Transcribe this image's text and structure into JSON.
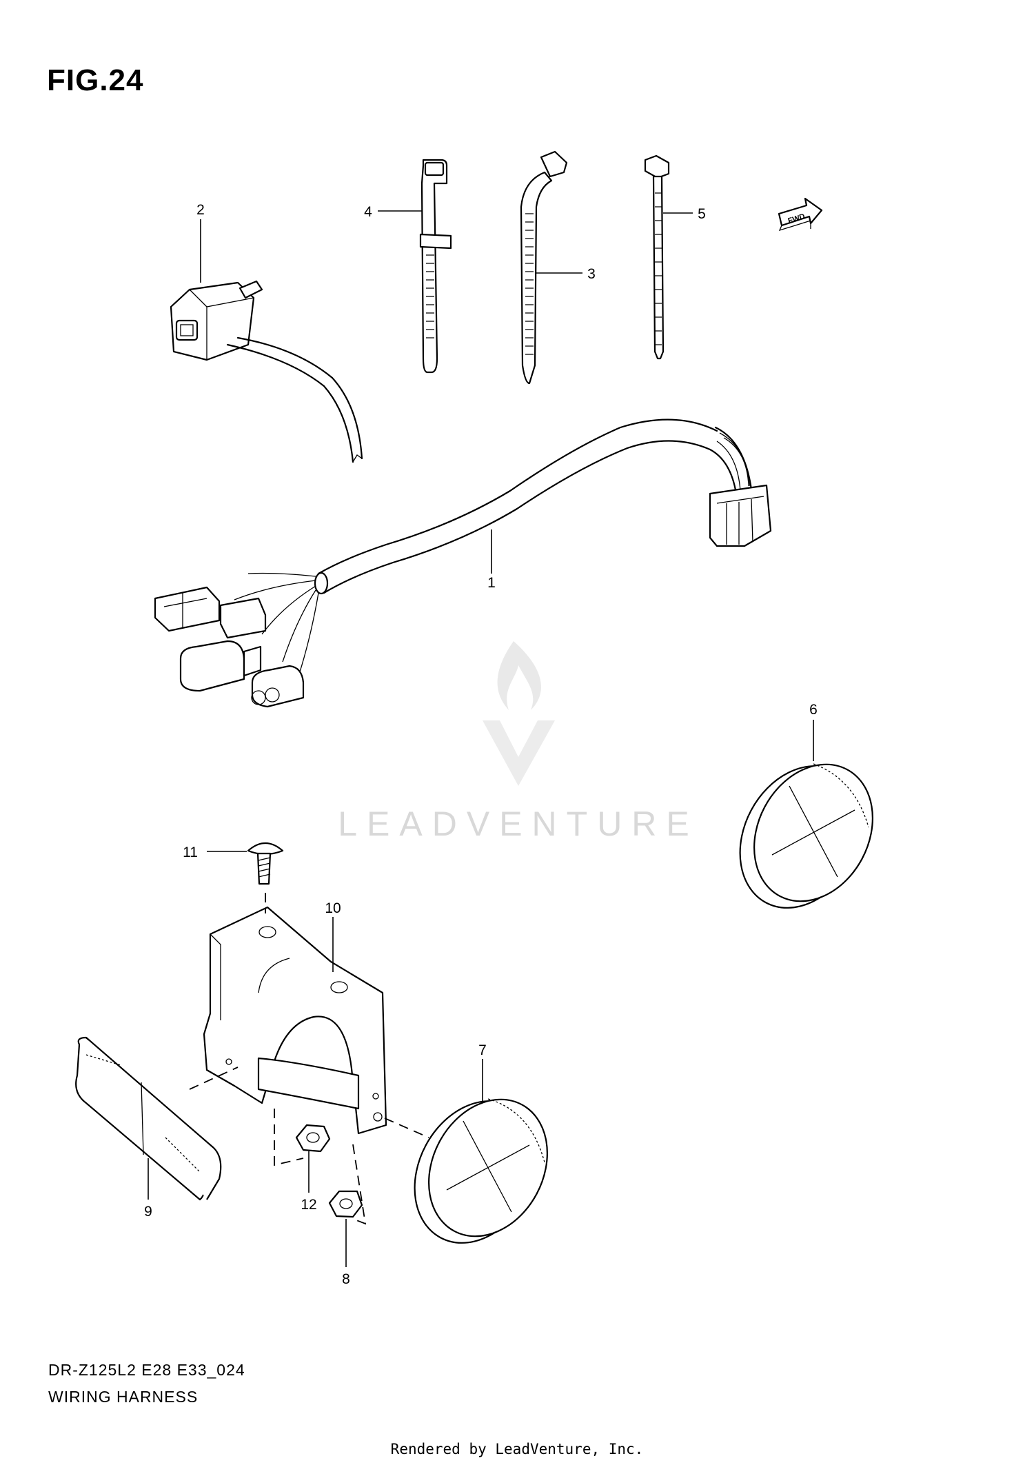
{
  "figure": {
    "title": "FIG.24"
  },
  "callouts": {
    "c1": "1",
    "c2": "2",
    "c3": "3",
    "c4": "4",
    "c5": "5",
    "c6": "6",
    "c7": "7",
    "c8": "8",
    "c9": "9",
    "c10": "10",
    "c11": "11",
    "c12": "12"
  },
  "fwd_label": "FWD",
  "watermark": {
    "text": "LEADVENTURE"
  },
  "footer": {
    "model": "DR-Z125L2 E28 E33_024",
    "title": "WIRING HARNESS",
    "rendered_by": "Rendered by LeadVenture, Inc."
  },
  "icons": [
    "fwd-arrow-icon",
    "leadventure-logo-icon"
  ]
}
